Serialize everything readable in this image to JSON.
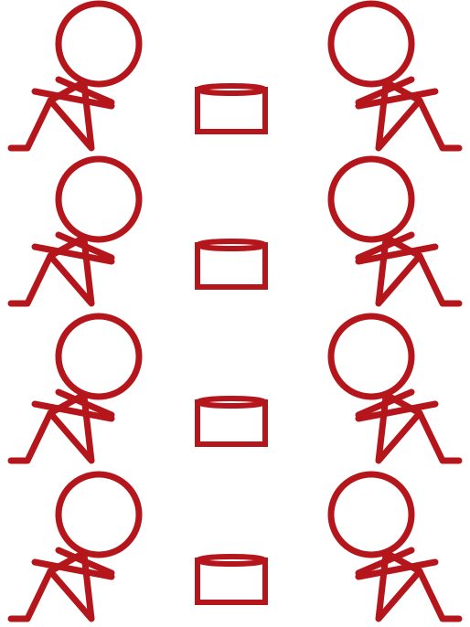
{
  "illustration": {
    "stroke_color": "#b4161b",
    "rows": [
      {
        "left": "seated-figure-facing-right",
        "center": "table",
        "right": "seated-figure-facing-left"
      },
      {
        "left": "seated-figure-facing-right",
        "center": "table",
        "right": "seated-figure-facing-left"
      },
      {
        "left": "seated-figure-facing-right",
        "center": "table",
        "right": "seated-figure-facing-left"
      },
      {
        "left": "seated-figure-facing-right",
        "center": "table",
        "right": "seated-figure-facing-left"
      }
    ]
  }
}
